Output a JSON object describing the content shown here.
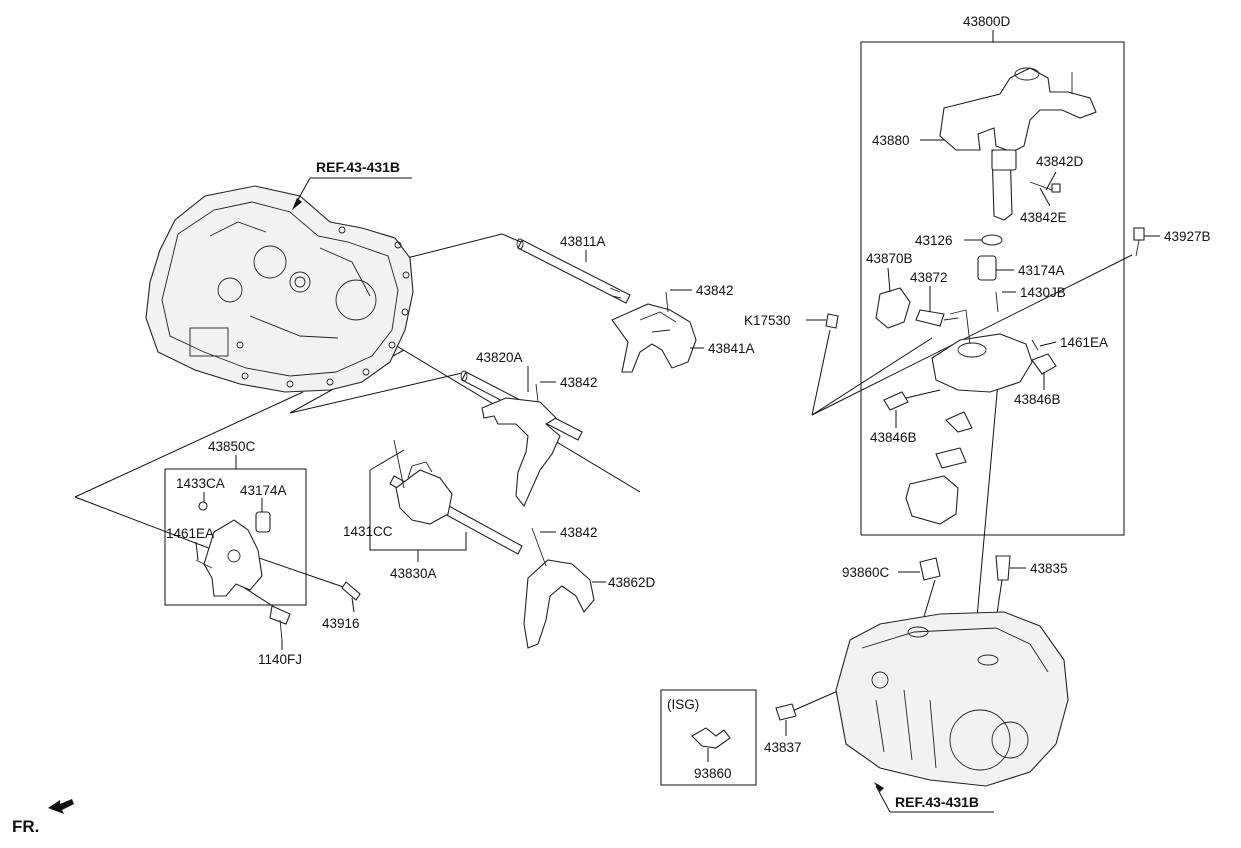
{
  "labels": {
    "l43800D": "43800D",
    "l43880": "43880",
    "l43842D": "43842D",
    "l43842E": "43842E",
    "l43927B": "43927B",
    "l43126": "43126",
    "l43870B": "43870B",
    "l43174A_top": "43174A",
    "l43872": "43872",
    "l1430JB": "1430JB",
    "lK17530": "K17530",
    "l1461EA_top": "1461EA",
    "l43846B_right": "43846B",
    "l43846B_left": "43846B",
    "l43811A": "43811A",
    "l43842_a": "43842",
    "l43841A": "43841A",
    "l43820A": "43820A",
    "l43842_b": "43842",
    "l43850C": "43850C",
    "l1433CA": "1433CA",
    "l43174A_left": "43174A",
    "l1461EA_left": "1461EA",
    "l1431CC": "1431CC",
    "l43830A": "43830A",
    "l43842_c": "43842",
    "l43862D": "43862D",
    "l43916": "43916",
    "l1140FJ": "1140FJ",
    "l93860C": "93860C",
    "l43835": "43835",
    "lISG": "(ISG)",
    "l93860": "93860",
    "l43837": "43837"
  },
  "refs": {
    "top": "REF.43-431B",
    "bottom": "REF.43-431B"
  },
  "front_marker": "FR."
}
